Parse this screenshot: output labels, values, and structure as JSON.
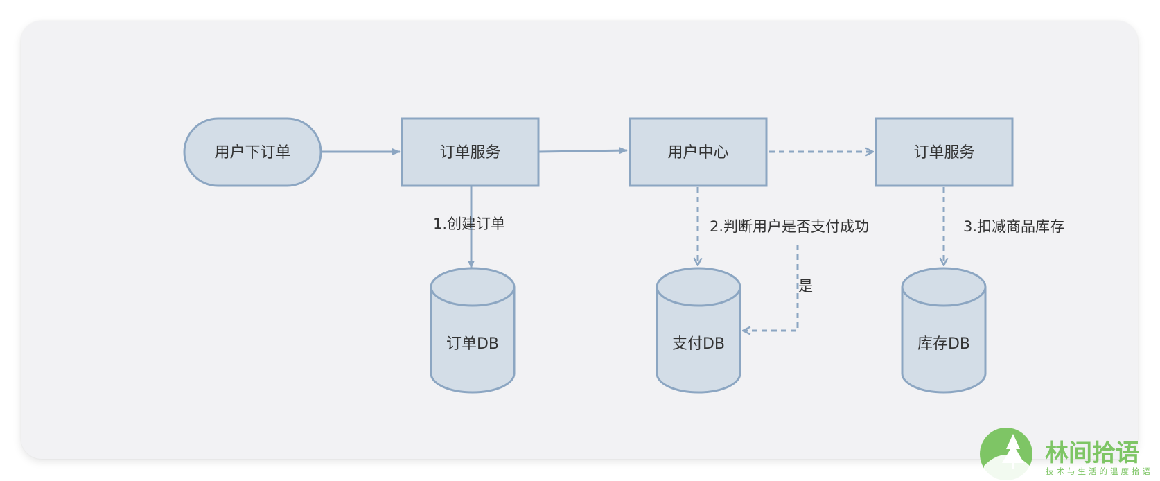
{
  "nodes": {
    "user_order": "用户下订单",
    "order_service_1": "订单服务",
    "user_center": "用户中心",
    "order_service_2": "订单服务",
    "order_db": "订单DB",
    "pay_db": "支付DB",
    "stock_db": "库存DB"
  },
  "edges": {
    "create_order": "1.创建订单",
    "check_payment": "2.判断用户是否支付成功",
    "yes": "是",
    "deduct_stock": "3.扣减商品库存"
  },
  "watermark": {
    "title": "林间拾语",
    "subtitle": "技术与生活的温度拾语"
  },
  "colors": {
    "node_fill": "#d3dde7",
    "node_stroke": "#8ca6c2",
    "edge": "#8ca6c2",
    "watermark": "#7ec565"
  }
}
